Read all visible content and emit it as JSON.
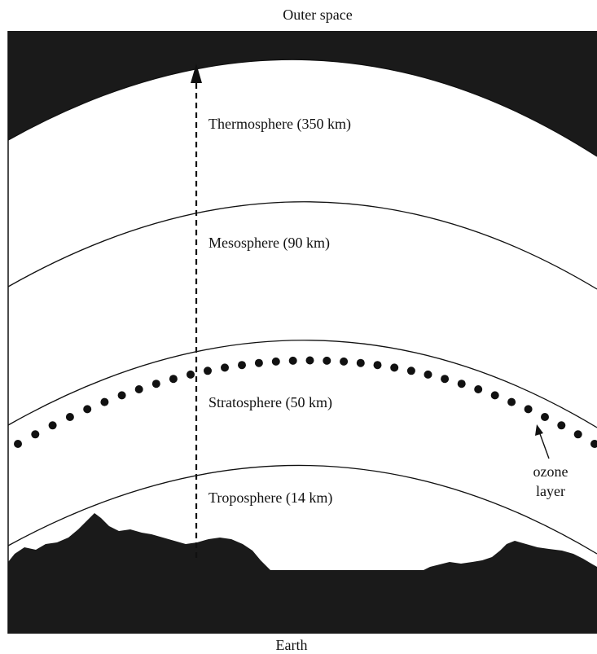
{
  "diagram": {
    "top_label": "Outer space",
    "bottom_label": "Earth",
    "layers": [
      {
        "id": "thermosphere",
        "label": "Thermosphere (350 km)"
      },
      {
        "id": "mesosphere",
        "label": "Mesosphere (90 km)"
      },
      {
        "id": "stratosphere",
        "label": "Stratosphere (50 km)"
      },
      {
        "id": "troposphere",
        "label": "Troposphere  (14 km)"
      }
    ],
    "ozone": {
      "label_line1": "ozone",
      "label_line2": "layer"
    }
  }
}
